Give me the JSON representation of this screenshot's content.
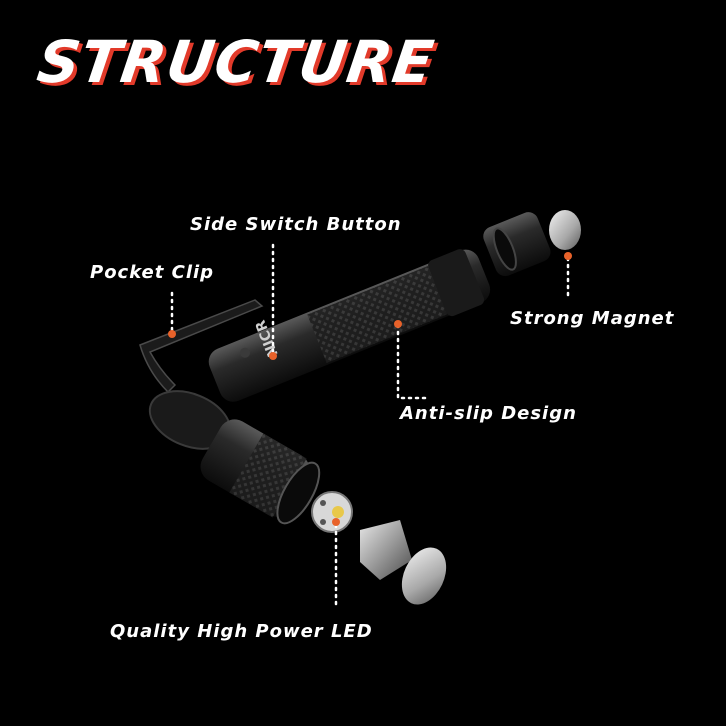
{
  "title": "STRUCTURE",
  "labels": {
    "side_switch": "Side Switch Button",
    "pocket_clip": "Pocket Clip",
    "strong_magnet": "Strong Magnet",
    "anti_slip": "Anti-slip Design",
    "led": "Quality High Power LED"
  },
  "body_marking": "NICR",
  "colors": {
    "background": "#000000",
    "text": "#ffffff",
    "title_shadow": "#e23a2a",
    "marker": "#e8622a",
    "leader_line": "#ffffff"
  }
}
